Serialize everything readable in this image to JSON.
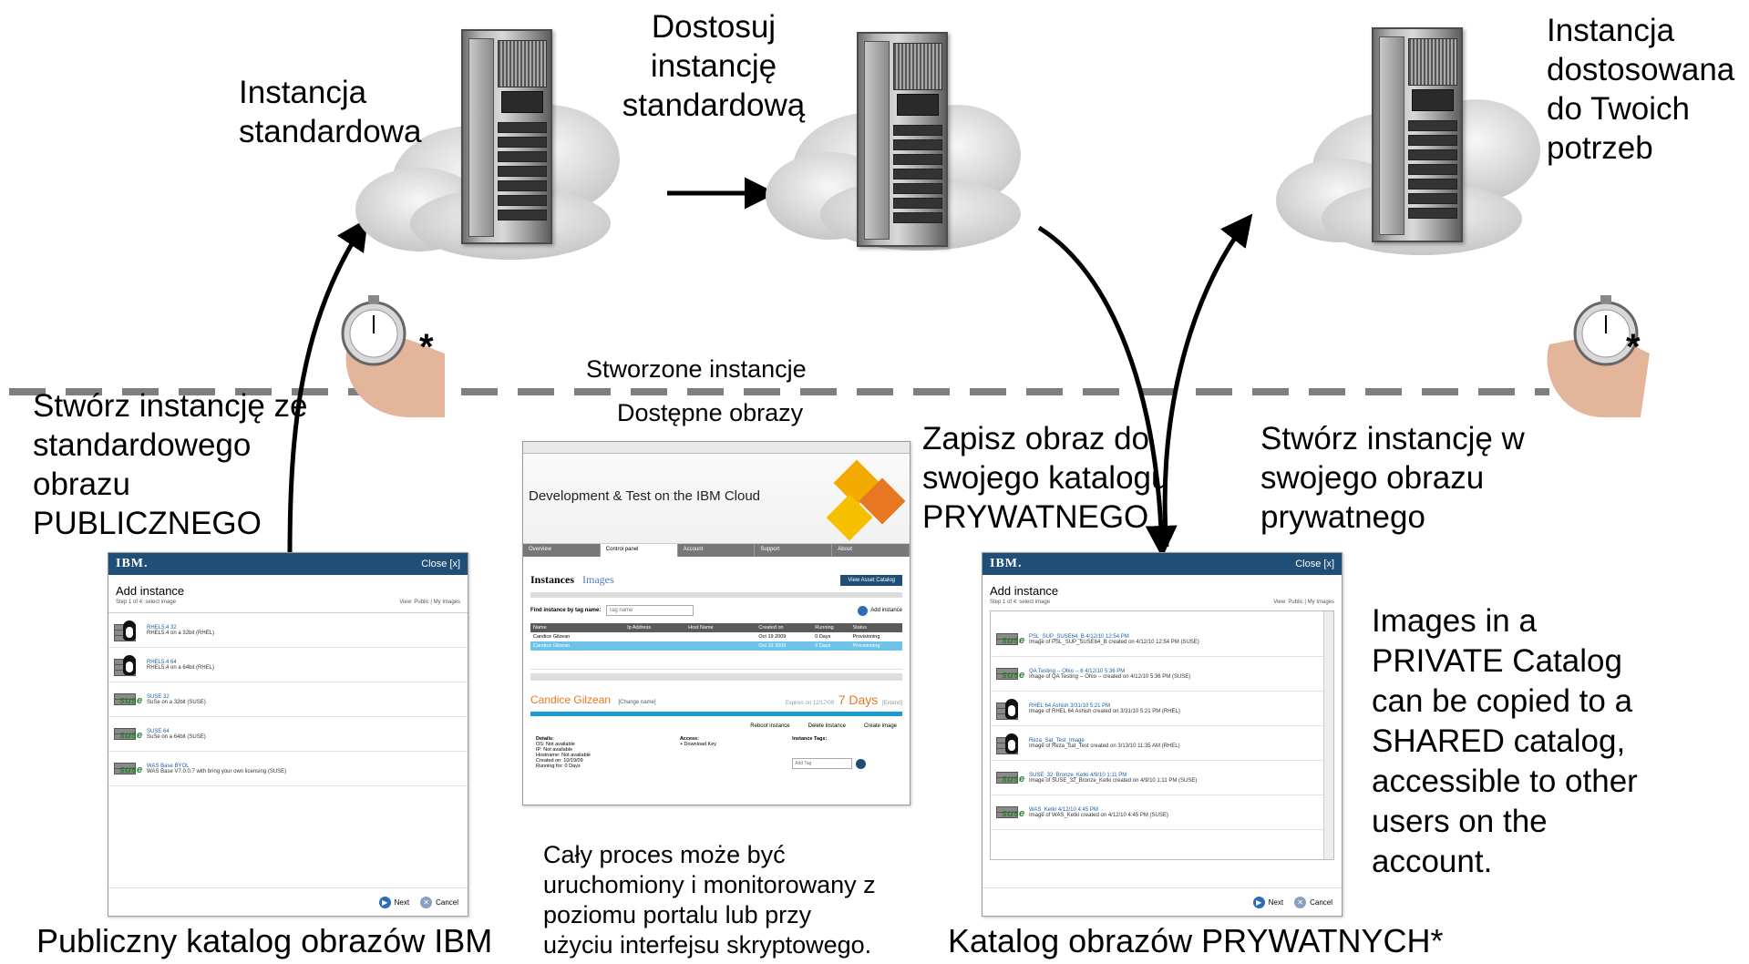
{
  "labels": {
    "standard_instance": [
      "Instancja",
      "standardowa"
    ],
    "customize_instance": [
      "Dostosuj",
      "instancję",
      "standardową"
    ],
    "custom_instance": [
      "Instancja",
      "dostosowana",
      "do Twoich",
      "potrzeb"
    ],
    "create_from_public": [
      "Stwórz instancję ze",
      "standardowego",
      "obrazu",
      "PUBLICZNEGO"
    ],
    "created_instances": "Stworzone instancje",
    "available_images": "Dostępne obrazy",
    "save_image": [
      "Zapisz obraz do",
      "swojego katalogu",
      "PRYWATNEGO"
    ],
    "create_from_private": [
      "Stwórz instancję w",
      "swojego obrazu",
      "prywatnego"
    ],
    "private_catalog_note": [
      "Images in a",
      "PRIVATE Catalog",
      "can be copied to a",
      "SHARED catalog,",
      "accessible to other",
      "users on the",
      "account."
    ],
    "process_note": [
      "Cały proces może być",
      "uruchomiony i monitorowany z",
      "poziomu portalu lub przy",
      "użyciu interfejsu skryptowego."
    ],
    "public_catalog": "Publiczny katalog obrazów IBM",
    "private_catalog": "Katalog obrazów PRYWATNYCH*",
    "asterisk": "*"
  },
  "public_window": {
    "logo": "IBM.",
    "close": "Close [x]",
    "title": "Add instance",
    "step": "Step 1 of 4: select image",
    "view": "View: Public | My Images",
    "items": [
      {
        "name": "RHEL5.4 32",
        "desc": "RHEL5.4 on a 32bit (RHEL)",
        "icon": "tux-icon"
      },
      {
        "name": "RHEL5.4 64",
        "desc": "RHEL5.4 on a 64bit (RHEL)",
        "icon": "tux-icon"
      },
      {
        "name": "SUSE 32",
        "desc": "SuSe on a 32bit (SUSE)",
        "icon": "suse-icon"
      },
      {
        "name": "SUSE 64",
        "desc": "SuSe on a 64bit (SUSE)",
        "icon": "suse-icon"
      },
      {
        "name": "WAS Base BYOL",
        "desc": "WAS Base V7.0.0.7 with bring your own licensing (SUSE)",
        "icon": "suse-icon"
      }
    ],
    "next": "Next",
    "cancel": "Cancel"
  },
  "private_window": {
    "logo": "IBM.",
    "close": "Close [x]",
    "title": "Add instance",
    "step": "Step 1 of 4: select image",
    "view": "View: Public | My Images",
    "items": [
      {
        "name": "PSL_SUP_SUSE64_B 4/12/10 12:54 PM",
        "desc": "Image of PSL_SUP_SUSE64_B created on 4/12/10 12:54 PM (SUSE)",
        "icon": "suse-icon"
      },
      {
        "name": "QA Testing -- Ohio -- 6 4/12/10 5:36 PM",
        "desc": "Image of QA Testing -- Ohio -- created on 4/12/10 5:36 PM (SUSE)",
        "icon": "suse-icon"
      },
      {
        "name": "RHEL 64 Ashish 3/31/10 5:21 PM",
        "desc": "Image of RHEL 64 Ashish created on 3/31/10 5:21 PM (RHEL)",
        "icon": "tux-icon"
      },
      {
        "name": "Reza_Sat_Test_Image",
        "desc": "Image of Reza_Sat_Test created on 3/13/10 11:35 AM (RHEL)",
        "icon": "tux-icon"
      },
      {
        "name": "SUSE_32_Bronze_Ketki 4/9/10 1:11 PM",
        "desc": "Image of SUSE_32_Bronze_Ketki created on 4/9/10 1:11 PM (SUSE)",
        "icon": "suse-icon"
      },
      {
        "name": "WAS_Ketki 4/12/10 4:45 PM",
        "desc": "Image of WAS_Ketki created on 4/12/10 4:45 PM (SUSE)",
        "icon": "suse-icon"
      }
    ],
    "next": "Next",
    "cancel": "Cancel"
  },
  "portal": {
    "title": "Development & Test on the IBM Cloud",
    "tabs": [
      "Overview",
      "Control panel",
      "Account",
      "Support",
      "About"
    ],
    "section_tabs": [
      "Instances",
      "Images"
    ],
    "catalog_btn": "View Asset Catalog",
    "find_label": "Find instance by tag name:",
    "find_placeholder": "Tag name",
    "add_instance": "Add instance",
    "columns": [
      "Name",
      "Ip Address",
      "Host Name",
      "Created on",
      "Running",
      "Status"
    ],
    "rows": [
      [
        "Candice Gilzean",
        "",
        "",
        "Oct 19 2009",
        "0 Days",
        "Provisioning"
      ],
      [
        "Candice Gilzean",
        "",
        "",
        "Oct 19 2009",
        "0 Days",
        "Provisioning"
      ]
    ],
    "instance_name": "Candice Gilzean",
    "change_name": "[Change name]",
    "expires": "Expires on 12/17/09",
    "days": "7 Days",
    "extend": "[Extend]",
    "actions": [
      "Reboot instance",
      "Delete instance",
      "Create image"
    ],
    "details": [
      "Details:",
      "OS: Not available",
      "IP: Not available",
      "Hostname: Not available",
      "Created on: 10/19/09",
      "Running for: 0 Days"
    ],
    "access": [
      "Access:",
      "+ Download Key"
    ],
    "instance_tags": "Instance Tags:",
    "add_tag": "Add Tag"
  }
}
